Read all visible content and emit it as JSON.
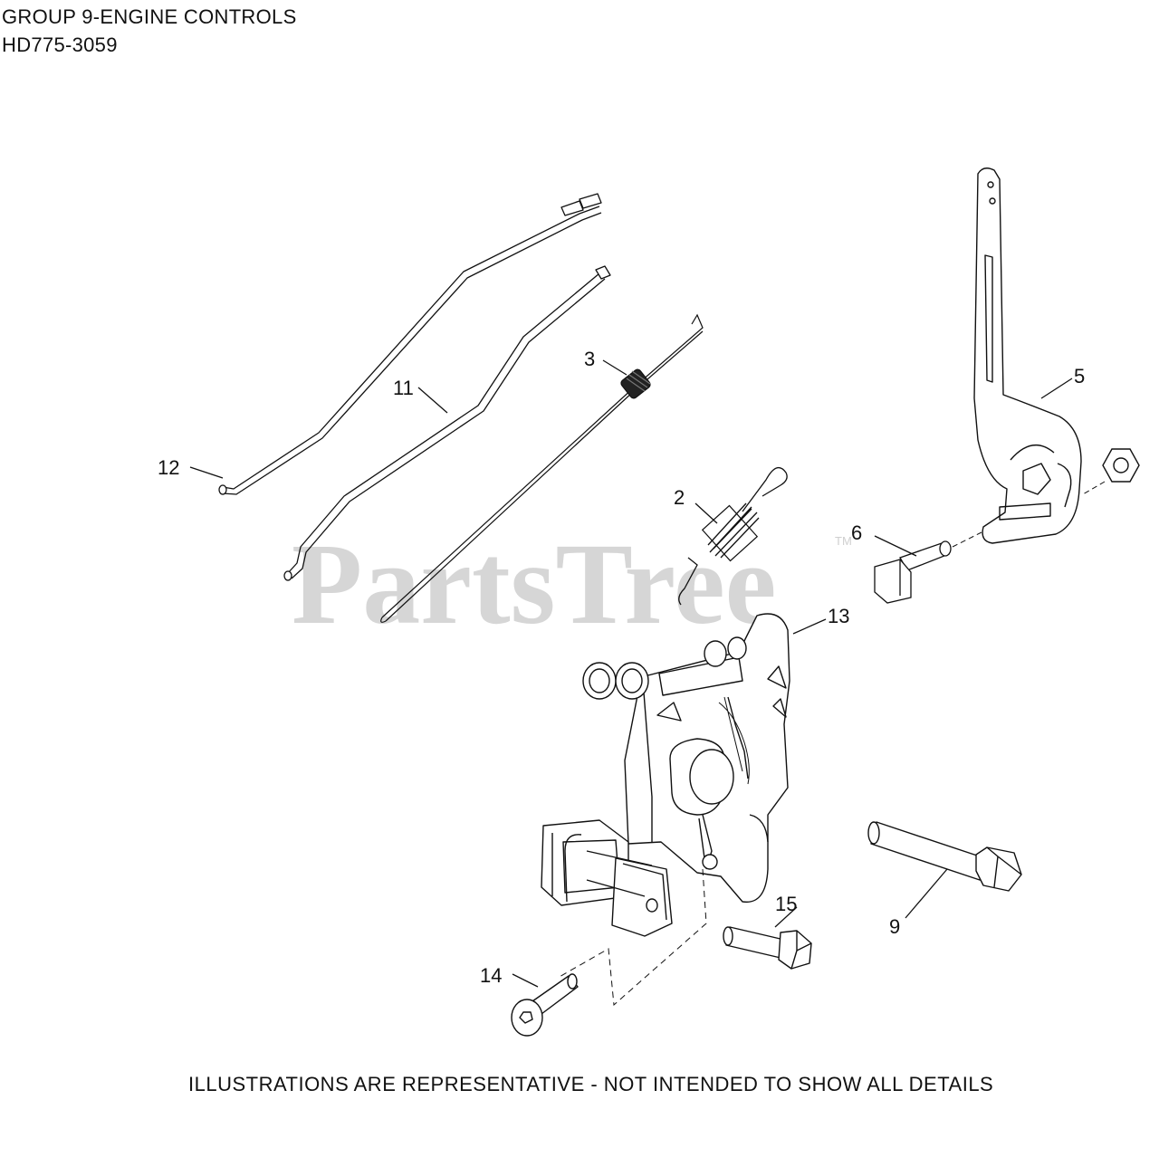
{
  "header": {
    "group_title": "GROUP 9-ENGINE CONTROLS",
    "model_number": "HD775-3059"
  },
  "watermark": {
    "brand": "PartsTree",
    "trademark": "TM"
  },
  "callouts": {
    "c2": "2",
    "c3": "3",
    "c5": "5",
    "c6": "6",
    "c9": "9",
    "c11": "11",
    "c12": "12",
    "c13": "13",
    "c14": "14",
    "c15": "15"
  },
  "footer": {
    "disclaimer": "ILLUSTRATIONS ARE REPRESENTATIVE - NOT INTENDED TO SHOW ALL DETAILS"
  },
  "colors": {
    "line": "#111111",
    "watermark": "#d6d6d6"
  }
}
